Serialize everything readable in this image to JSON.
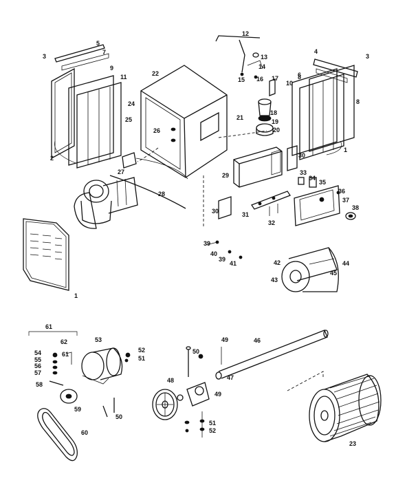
{
  "callouts": [
    "1",
    "1",
    "2",
    "3",
    "3",
    "4",
    "5",
    "6",
    "7",
    "8",
    "8",
    "9",
    "10",
    "11",
    "12",
    "13",
    "14",
    "15",
    "16",
    "17",
    "18",
    "19",
    "20",
    "21",
    "22",
    "23",
    "24",
    "25",
    "26",
    "27",
    "28",
    "29",
    "30",
    "30",
    "31",
    "32",
    "33",
    "34",
    "35",
    "36",
    "37",
    "38",
    "39",
    "39",
    "40",
    "41",
    "42",
    "43",
    "44",
    "45",
    "46",
    "47",
    "48",
    "49",
    "49",
    "50",
    "50",
    "51",
    "51",
    "52",
    "52",
    "53",
    "54",
    "55",
    "56",
    "57",
    "58",
    "59",
    "60",
    "61",
    "61",
    "62"
  ],
  "colors": {
    "ink": "#111111",
    "paper": "#ffffff"
  }
}
